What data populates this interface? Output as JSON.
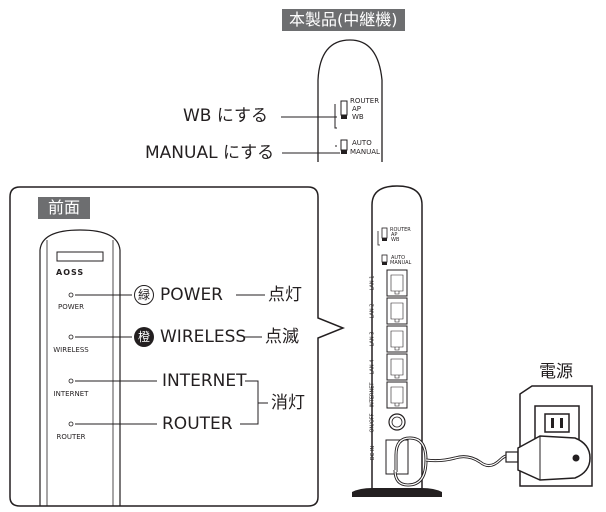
{
  "top_device": {
    "title": "本製品(中継機)",
    "switch1_labels": [
      "ROUTER",
      "AP",
      "WB"
    ],
    "switch2_labels": [
      "AUTO",
      "MANUAL"
    ],
    "callout_wb": "WB にする",
    "callout_manual": "MANUAL にする"
  },
  "front_panel": {
    "title": "前面",
    "logo": "AOSS",
    "leds": [
      {
        "label": "POWER",
        "color_mark": "緑",
        "name": "POWER",
        "state": "点灯"
      },
      {
        "label": "WIRELESS",
        "color_mark": "橙",
        "name": "WIRELESS",
        "state": "点滅"
      },
      {
        "label": "INTERNET",
        "name": "INTERNET"
      },
      {
        "label": "ROUTER",
        "name": "ROUTER"
      }
    ],
    "off_state": "消灯"
  },
  "side_device": {
    "switch1_labels": [
      "ROUTER",
      "AP",
      "WB"
    ],
    "switch2_labels": [
      "AUTO",
      "MANUAL"
    ],
    "ports": [
      "LAN 1",
      "LAN 2",
      "LAN 3",
      "LAN 4",
      "INTERNET"
    ],
    "power_label": "ON/OFF",
    "dcin_label": "DC IN"
  },
  "outlet": {
    "label": "電源"
  }
}
